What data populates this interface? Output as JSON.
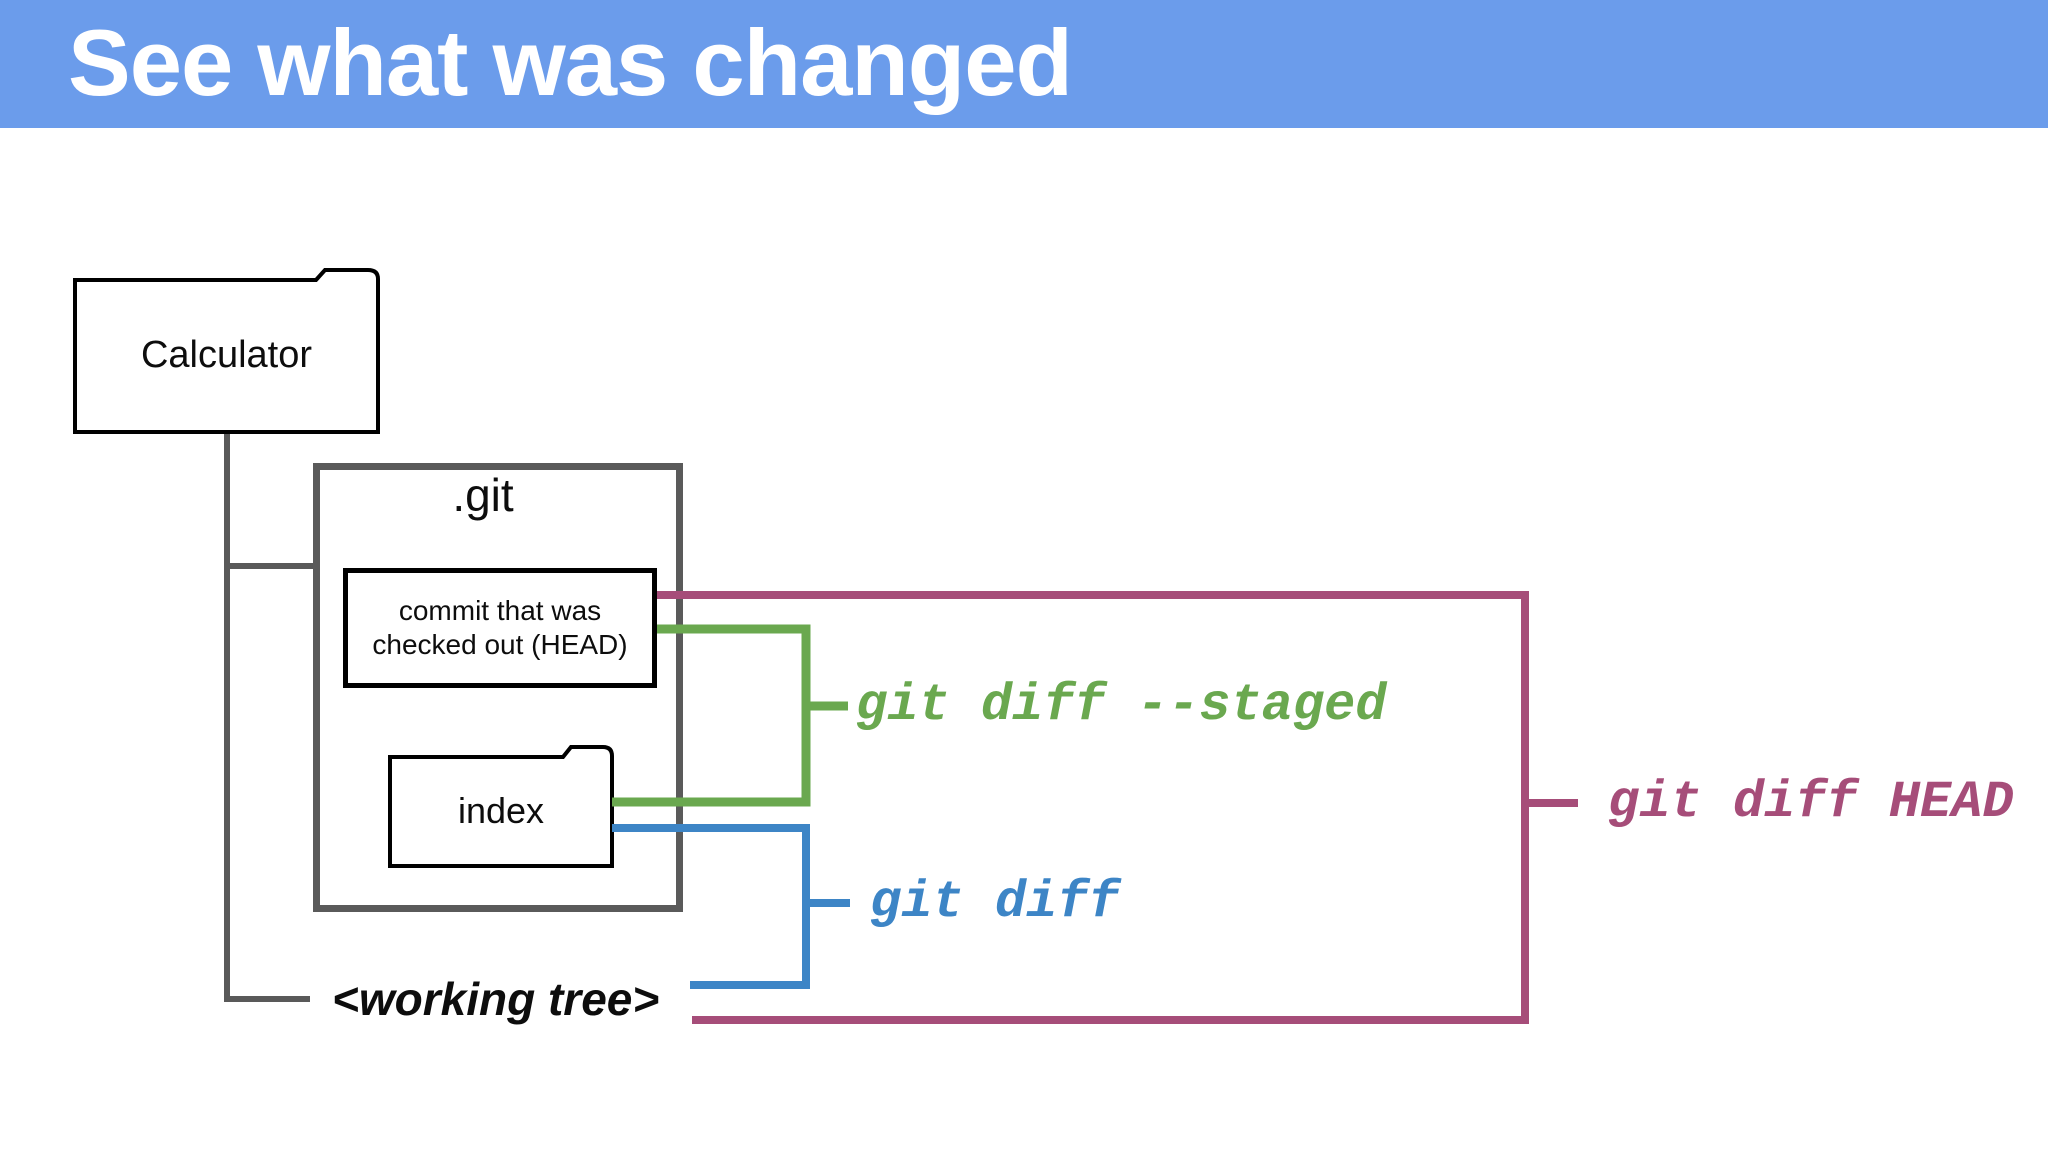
{
  "header": {
    "title": "See what was changed",
    "bg_color": "#6b9ceb",
    "text_color": "#ffffff"
  },
  "diagram": {
    "calculator_folder": {
      "label": "Calculator"
    },
    "git_box": {
      "label": ".git"
    },
    "commit_box": {
      "label_line1": "commit that was",
      "label_line2": "checked out (HEAD)"
    },
    "index_folder": {
      "label": "index"
    },
    "working_tree": {
      "label": "<working tree>"
    },
    "commands": {
      "staged": {
        "label": "git diff --staged",
        "color": "#6aa84f"
      },
      "diff": {
        "label": "git diff",
        "color": "#3d85c6"
      },
      "head": {
        "label": "git diff HEAD",
        "color": "#a64d79"
      }
    },
    "colors": {
      "connector_gray": "#595959",
      "box_border_black": "#000000",
      "git_box_border": "#5a5a5a"
    }
  }
}
